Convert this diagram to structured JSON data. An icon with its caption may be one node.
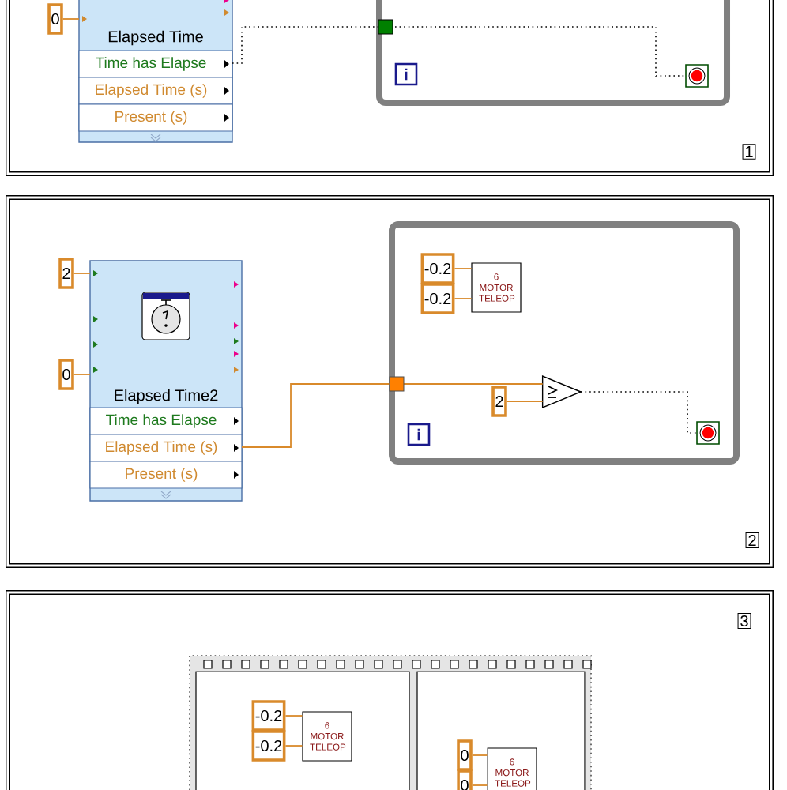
{
  "diagram": {
    "nodes": [
      {
        "text": [
          "1"
        ]
      },
      {
        "text": [
          "0"
        ],
        "in": 0
      },
      {
        "text": [
          "Elapsed Time",
          "Time has Elapse",
          "Elapsed Time (s)",
          "Present (s)"
        ],
        "in": 0
      },
      {
        "text": [],
        "shape": "box",
        "in": 0
      },
      {
        "text": [
          "i"
        ],
        "in": 3
      },
      {
        "text": [],
        "shape": "box",
        "in": 3
      },
      {
        "text": [
          "2"
        ]
      },
      {
        "text": [
          "2"
        ],
        "in": 6
      },
      {
        "text": [
          "0"
        ],
        "in": 6
      },
      {
        "text": [
          "Elapsed Time2",
          "Time has Elapse",
          "Elapsed Time (s)",
          "Present (s)"
        ],
        "in": 6
      },
      {
        "text": [],
        "shape": "box",
        "in": 6
      },
      {
        "text": [
          "-0.2"
        ],
        "in": 10
      },
      {
        "text": [
          "-0.2"
        ],
        "in": 10
      },
      {
        "text": [
          "6 MOTOR TELEOP"
        ],
        "in": 10
      },
      {
        "text": [
          "2"
        ],
        "in": 10
      },
      {
        "text": [],
        "shape": "triangle",
        "in": 10
      },
      {
        "text": [
          "i"
        ],
        "in": 10
      },
      {
        "text": [],
        "shape": "box",
        "in": 10
      },
      {
        "text": [
          "3"
        ]
      },
      {
        "text": [],
        "shape": "box",
        "in": 18
      },
      {
        "text": [],
        "shape": "box",
        "in": 19
      },
      {
        "text": [
          "-0.2"
        ],
        "in": 20
      },
      {
        "text": [
          "-0.2"
        ],
        "in": 20
      },
      {
        "text": [
          "6 MOTOR TELEOP"
        ],
        "in": 20
      },
      {
        "text": [],
        "shape": "box",
        "in": 19
      },
      {
        "text": [
          "0"
        ],
        "in": 24
      },
      {
        "text": [
          "0"
        ],
        "in": 24
      },
      {
        "text": [
          "6 MOTOR TELEOP"
        ],
        "in": 24
      }
    ],
    "edges": [
      {
        "from": 1,
        "to": 2,
        "arrow": "none"
      },
      {
        "from": 2,
        "to": 5,
        "arrow": "none",
        "style": "dashed",
        "color": "#000000"
      },
      {
        "from": 7,
        "to": 9,
        "arrow": "none"
      },
      {
        "from": 8,
        "to": 9,
        "arrow": "none"
      },
      {
        "from": 9,
        "to": 15,
        "arrow": "none"
      },
      {
        "from": 14,
        "to": 15,
        "arrow": "none"
      },
      {
        "from": 15,
        "to": 17,
        "arrow": "none",
        "style": "dashed",
        "color": "#000000"
      },
      {
        "from": 11,
        "to": 13,
        "arrow": "none"
      },
      {
        "from": 12,
        "to": 13,
        "arrow": "none"
      },
      {
        "from": 21,
        "to": 23,
        "arrow": "none"
      },
      {
        "from": 22,
        "to": 23,
        "arrow": "none"
      },
      {
        "from": 25,
        "to": 27,
        "arrow": "none"
      },
      {
        "from": 26,
        "to": 27,
        "arrow": "none"
      }
    ]
  }
}
